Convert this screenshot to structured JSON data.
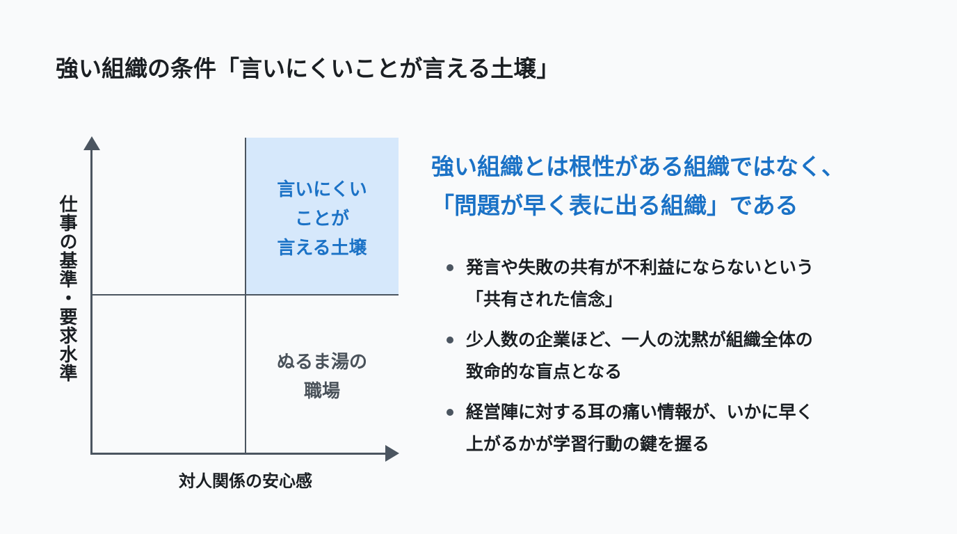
{
  "title": "強い組織の条件「言いにくいことが言える土壌」",
  "matrix": {
    "y_axis_label": "仕事の基準・要求水準",
    "x_axis_label": "対人関係の安心感",
    "top_right_label": "言いにくい\nことが\n言える土壌",
    "bottom_right_label": "ぬるま湯の\n職場",
    "highlight_color": "#d6e8fb",
    "accent_color": "#1b72c6"
  },
  "heading": "強い組織とは根性がある組織ではなく、\n「問題が早く表に出る組織」である",
  "bullets": [
    "発言や失敗の共有が不利益にならないという\n「共有された信念」",
    "少人数の企業ほど、一人の沈黙が組織全体の\n致命的な盲点となる",
    "経営陣に対する耳の痛い情報が、いかに早く\n上がるかが学習行動の鍵を握る"
  ]
}
